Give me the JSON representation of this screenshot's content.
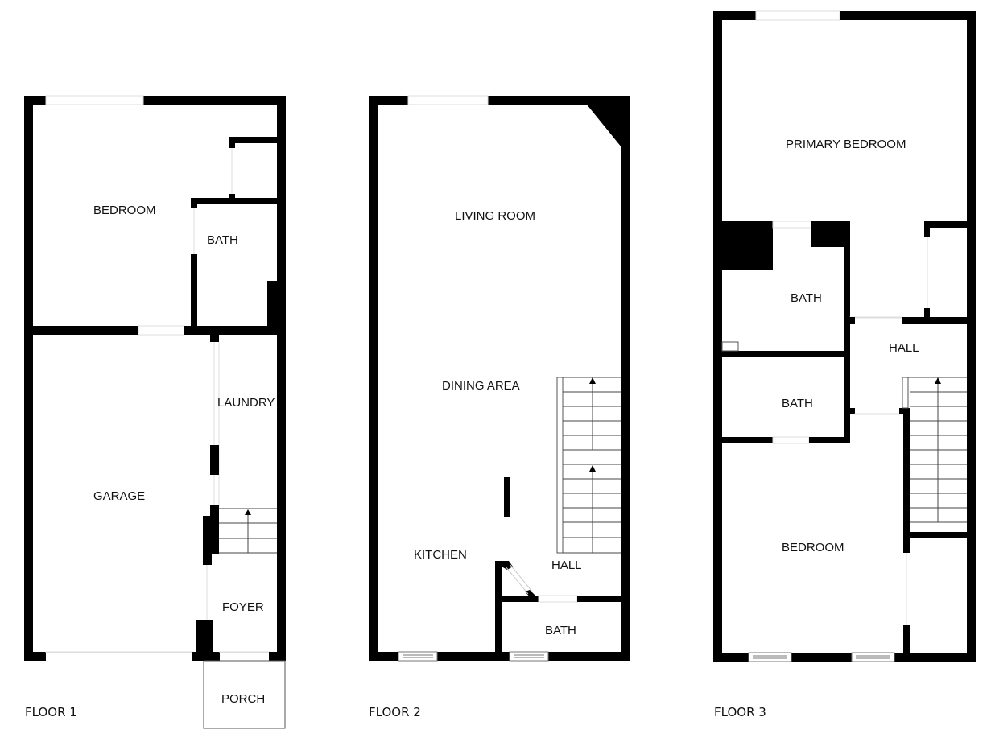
{
  "floors": [
    {
      "title": "FLOOR 1",
      "rooms": [
        {
          "name": "BEDROOM"
        },
        {
          "name": "BATH"
        },
        {
          "name": "GARAGE"
        },
        {
          "name": "LAUNDRY"
        },
        {
          "name": "FOYER"
        },
        {
          "name": "PORCH"
        }
      ],
      "stairs": {
        "direction": "up",
        "arrow": "up-arrow"
      }
    },
    {
      "title": "FLOOR 2",
      "rooms": [
        {
          "name": "LIVING ROOM"
        },
        {
          "name": "DINING AREA"
        },
        {
          "name": "KITCHEN"
        },
        {
          "name": "HALL"
        },
        {
          "name": "BATH"
        }
      ],
      "stairs": {
        "direction": "up",
        "arrow": "up-arrow"
      }
    },
    {
      "title": "FLOOR 3",
      "rooms": [
        {
          "name": "PRIMARY BEDROOM"
        },
        {
          "name": "BATH"
        },
        {
          "name": "HALL"
        },
        {
          "name": "BATH"
        },
        {
          "name": "BEDROOM"
        }
      ],
      "stairs": {
        "direction": "up",
        "arrow": "up-arrow"
      }
    }
  ],
  "colors": {
    "wall": "#000000",
    "background": "#ffffff",
    "text": "#111111"
  }
}
